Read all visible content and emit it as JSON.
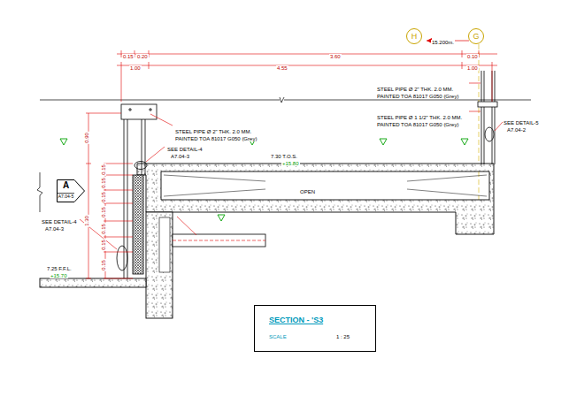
{
  "diagram": {
    "nodes": [
      {
        "text": [
          "H"
        ]
      },
      {
        "text": [
          "G"
        ]
      },
      {
        "text": [
          "A",
          "A7.04-5"
        ]
      },
      {
        "text": [
          "SECTION - 'S3",
          "SCALE",
          "1 : 25"
        ]
      }
    ],
    "labels": [
      "15.200m.",
      "0.15",
      "0.20",
      "3.60",
      "0.10",
      "1.00",
      "4.55",
      "1.00",
      "STEEL PIPE Ø 2\" THK. 2.0 MM.",
      "PAINTED TOA 81017 G050 (Grey)",
      "STEEL PIPE Ø 1 1/2\" THK. 2.0 MM.",
      "PAINTED TOA 81017 G050 (Grey)",
      "STEEL PIPE Ø 2\" THK. 2.0 MM.",
      "PAINTED TOA 81017 G050 (Grey)",
      "SEE DETAIL-4",
      "A7.04-3",
      "SEE DETAIL-5",
      "A7.04-2",
      "7.30 T.O.S.",
      "+15.80",
      "OPEN",
      "SEE DETAIL-4",
      "A7.04-3",
      "7.25 F.F.L.",
      "+15.70",
      "0.90",
      "1.30",
      "0.15",
      "0.15",
      "0.15",
      "0.15",
      "0.15",
      "0.15",
      "0.15"
    ]
  }
}
